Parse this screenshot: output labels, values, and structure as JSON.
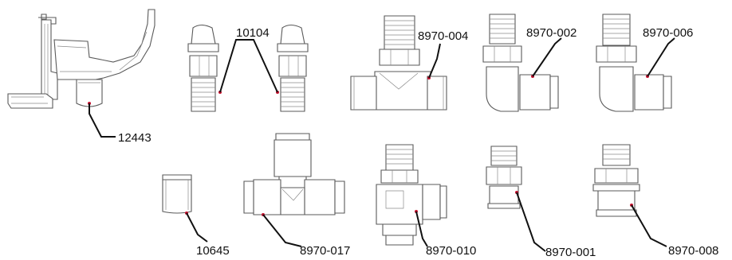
{
  "parts": [
    {
      "id": "p12443",
      "label": "12443"
    },
    {
      "id": "p10104",
      "label": "10104"
    },
    {
      "id": "p8970-004",
      "label": "8970-004"
    },
    {
      "id": "p8970-002",
      "label": "8970-002"
    },
    {
      "id": "p8970-006",
      "label": "8970-006"
    },
    {
      "id": "p10645",
      "label": "10645"
    },
    {
      "id": "p8970-017",
      "label": "8970-017"
    },
    {
      "id": "p8970-010",
      "label": "8970-010"
    },
    {
      "id": "p8970-001",
      "label": "8970-001"
    },
    {
      "id": "p8970-008",
      "label": "8970-008"
    }
  ],
  "colors": {
    "outline": "#5a5a5a",
    "leader": "#111111",
    "marker": "#c8102e"
  }
}
